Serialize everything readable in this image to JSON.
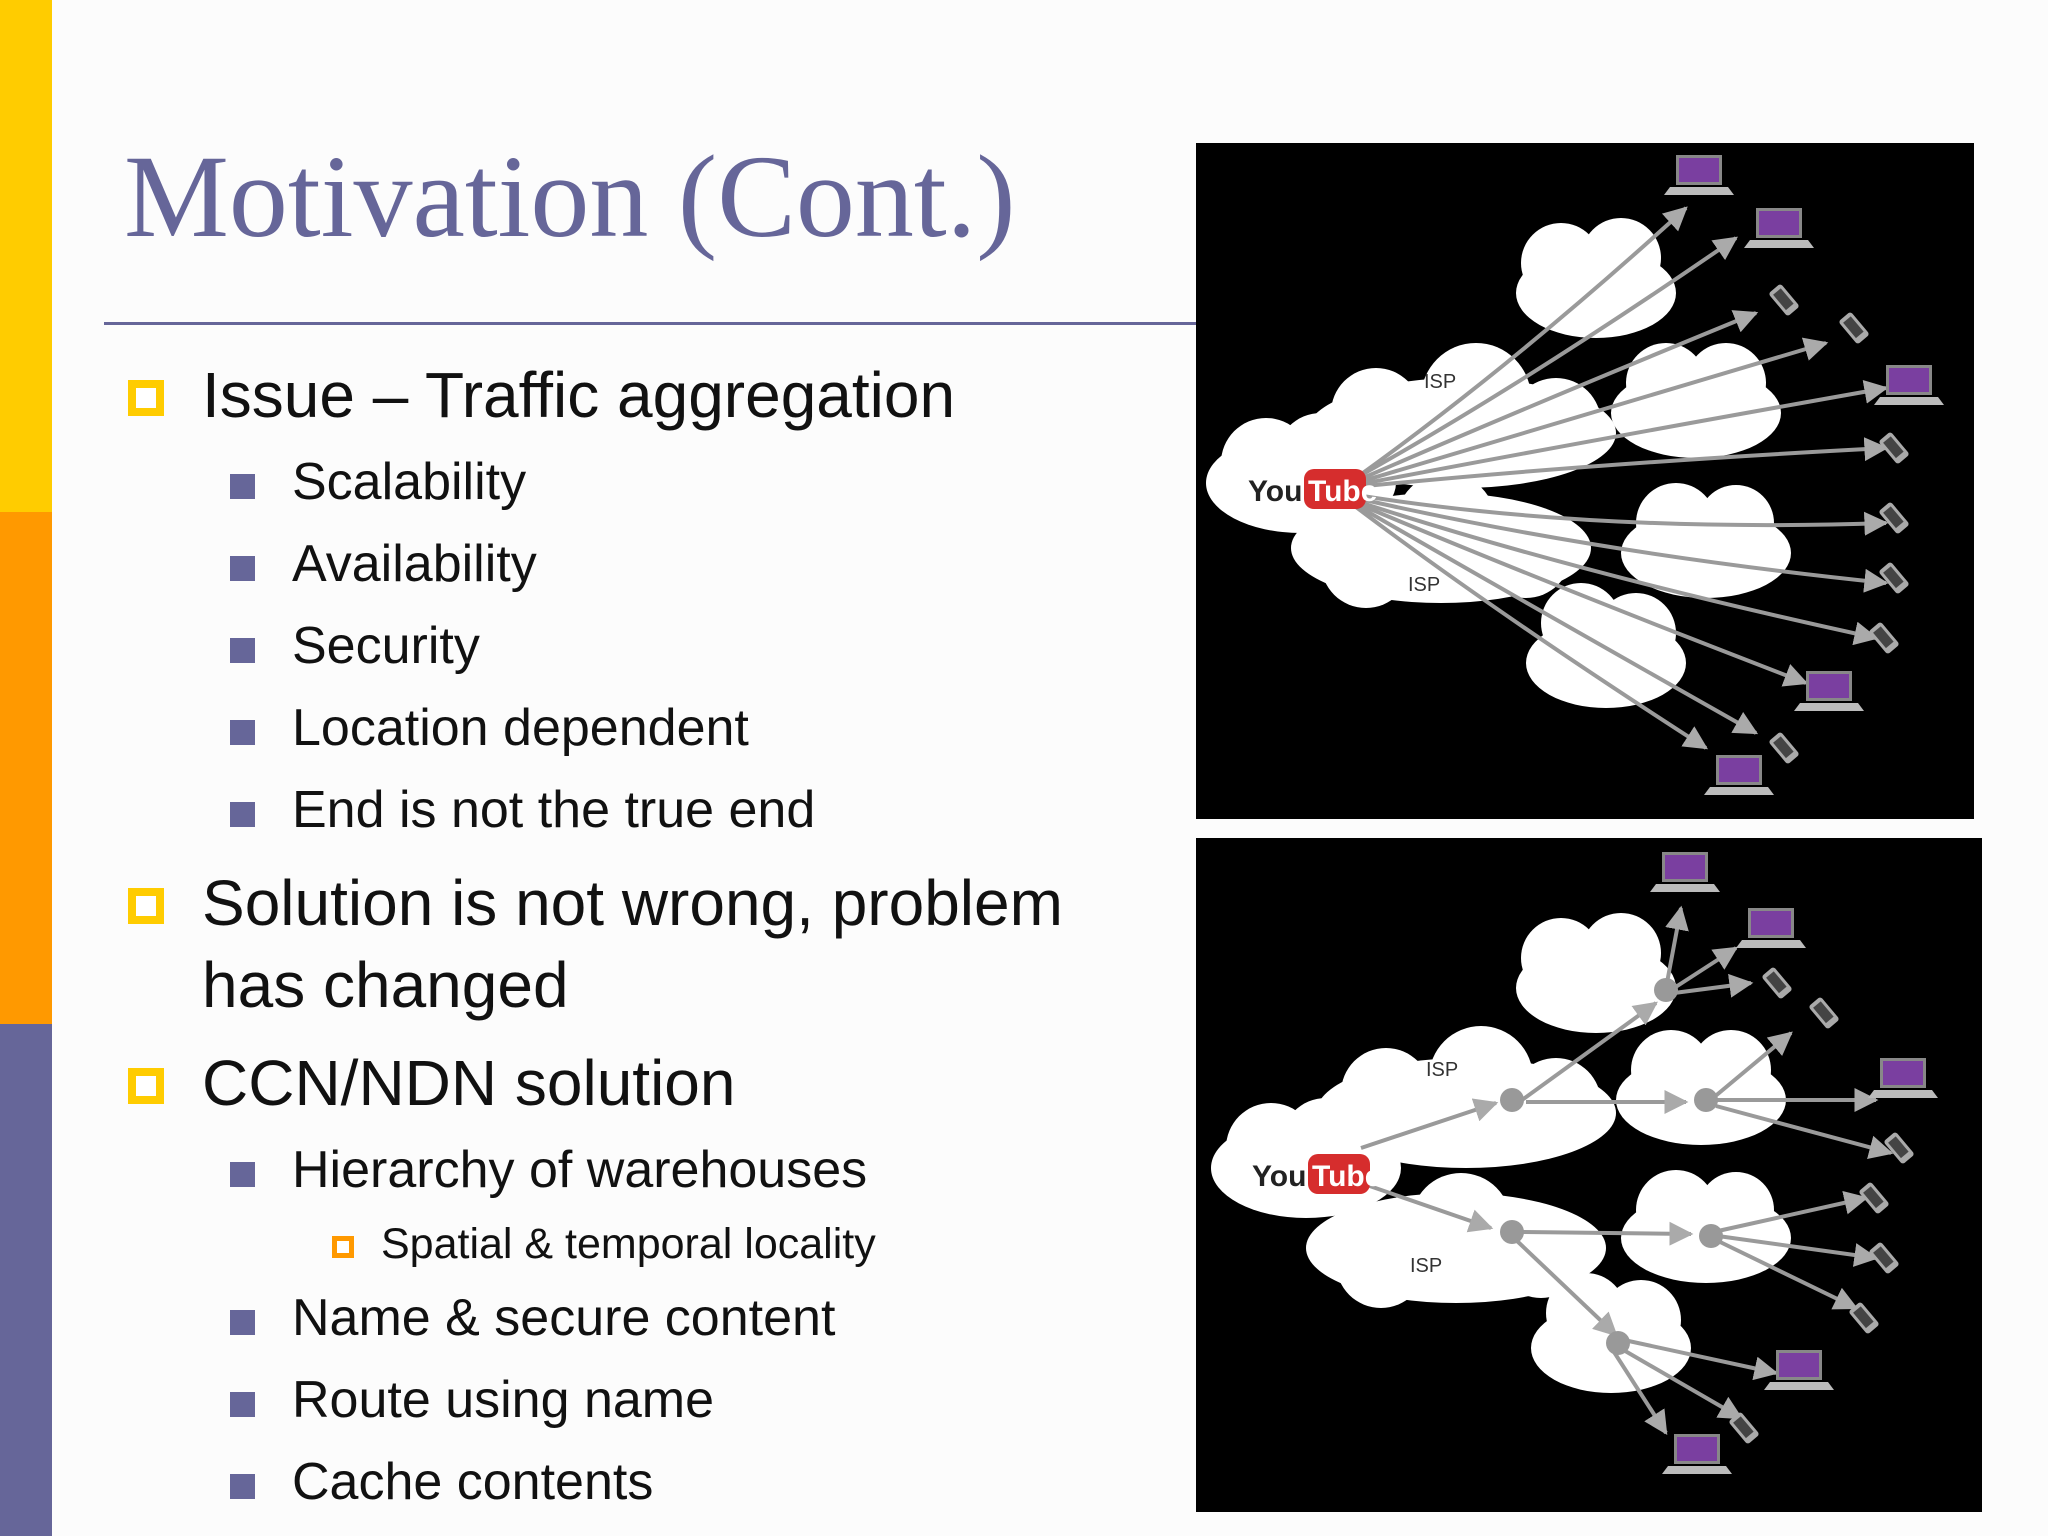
{
  "slide": {
    "title": "Motivation (Cont.)",
    "bullets": [
      {
        "text": "Issue – Traffic aggregation"
      },
      {
        "text": "Scalability"
      },
      {
        "text": "Availability"
      },
      {
        "text": "Security"
      },
      {
        "text": "Location dependent"
      },
      {
        "text": "End is not the true end"
      },
      {
        "text": "Solution is not wrong, problem"
      },
      {
        "text": "has changed"
      },
      {
        "text": "CCN/NDN solution"
      },
      {
        "text": "Hierarchy of warehouses"
      },
      {
        "text": "Spatial & temporal locality"
      },
      {
        "text": "Name & secure content"
      },
      {
        "text": "Route using name"
      },
      {
        "text": "Cache contents"
      }
    ]
  },
  "figures": {
    "top": {
      "isp_labels": [
        "ISP",
        "ISP"
      ],
      "logo_you": "You",
      "logo_tube": "Tube"
    },
    "bottom": {
      "isp_labels": [
        "ISP",
        "ISP"
      ],
      "logo_you": "You",
      "logo_tube": "Tube"
    }
  },
  "colors": {
    "accent_purple": "#666699",
    "accent_yellow": "#ffcc00",
    "accent_orange": "#ff9900"
  }
}
